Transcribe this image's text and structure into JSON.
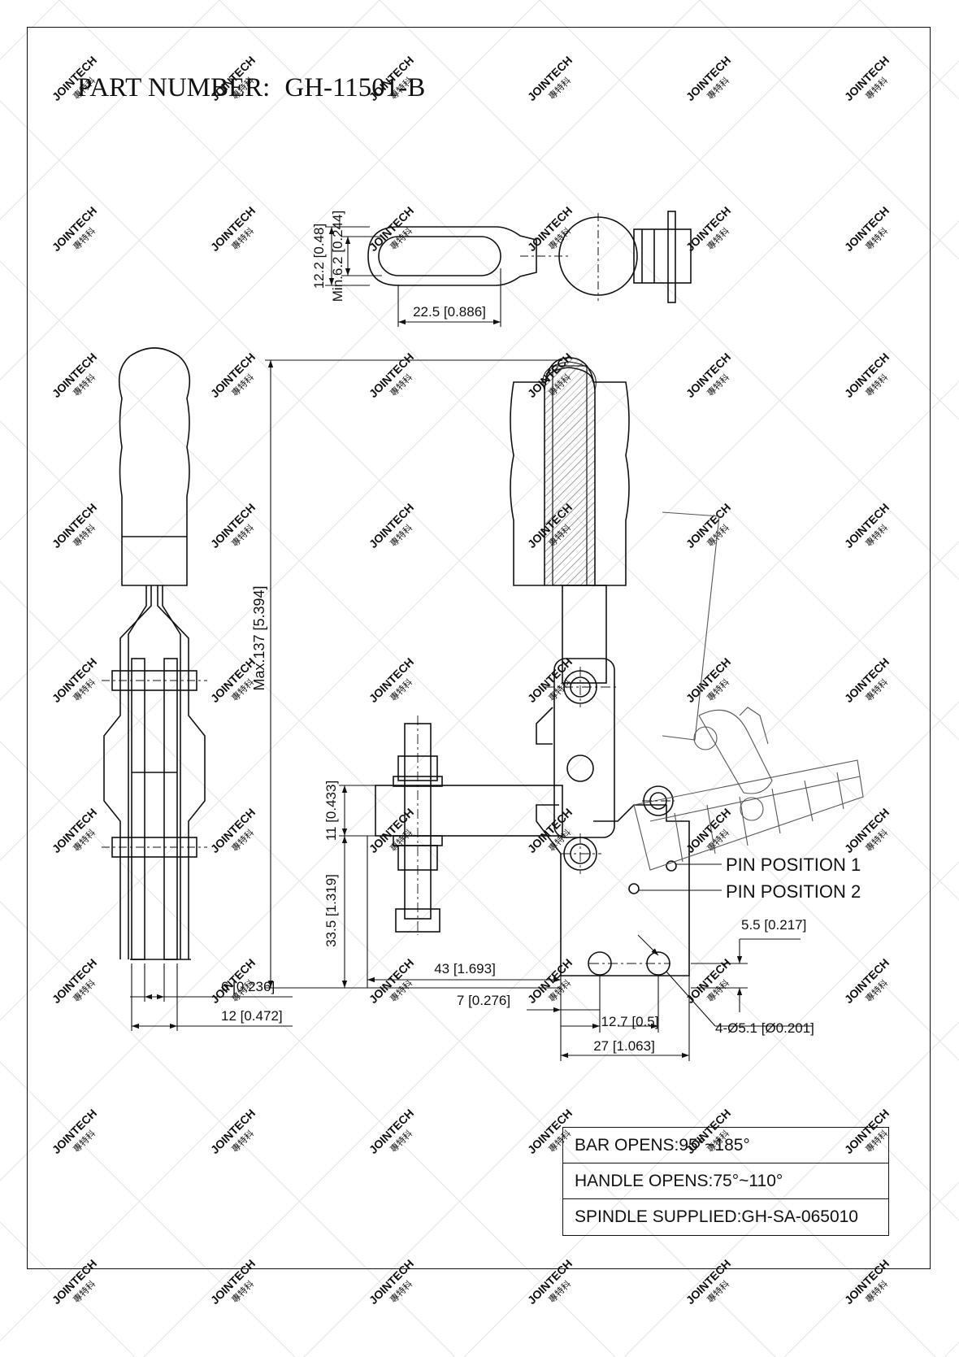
{
  "title": {
    "label": "PART NUMBER:",
    "value": "GH-11501-B"
  },
  "watermark": {
    "brand": "JOINTECH",
    "sub": "專特科"
  },
  "dimensions": {
    "top_height": "12.2 [0.48]",
    "top_min_gap": "Min.6.2 [0.244]",
    "top_slot_length": "22.5 [0.886]",
    "max_height": "Max.137 [5.394]",
    "bar_thickness": "11 [0.433]",
    "spindle_height": "33.5 [1.319]",
    "spindle_reach": "43 [1.693]",
    "base_offset": "7 [0.276]",
    "base_thickness": "5.5 [0.217]",
    "hole_spacing": "12.7 [0.5]",
    "base_width": "27 [1.063]",
    "holes": "4-Ø5.1 [Ø0.201]",
    "side_inner": "6 [0.236]",
    "side_outer": "12 [0.472]"
  },
  "callouts": {
    "pin1": "PIN POSITION 1",
    "pin2": "PIN POSITION 2"
  },
  "specs": [
    "BAR OPENS:95°~185°",
    "HANDLE OPENS:75°~110°",
    "SPINDLE SUPPLIED:GH-SA-065010"
  ]
}
